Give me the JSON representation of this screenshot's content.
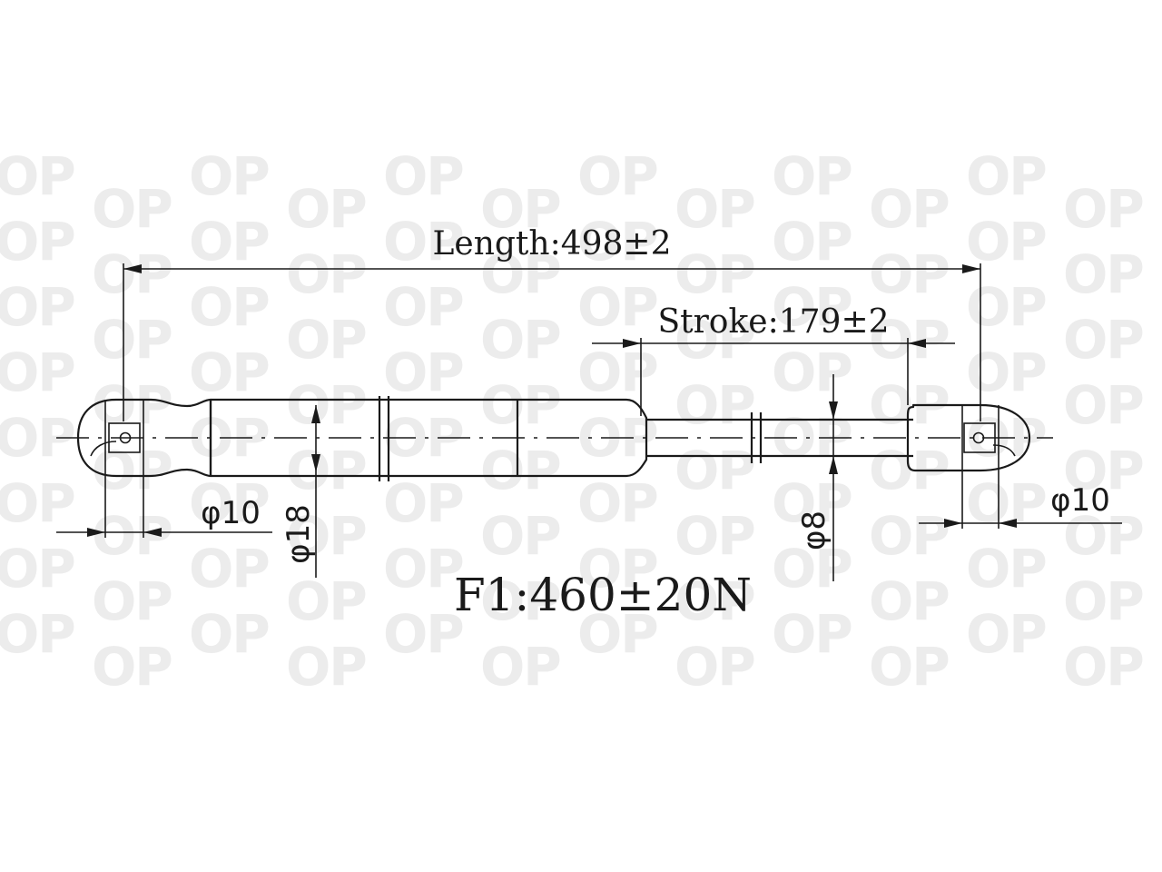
{
  "dimensions": {
    "length": "Length:498±2",
    "stroke": "Stroke:179±2",
    "force": "F1:460±20N",
    "left_eye_diameter": "φ10",
    "body_diameter": "φ18",
    "rod_diameter": "φ8",
    "right_eye_diameter": "φ10"
  },
  "watermark": {
    "text": "OP"
  },
  "colors": {
    "line": "#1a1a1a",
    "watermark": "#ececec",
    "background": "#ffffff"
  }
}
